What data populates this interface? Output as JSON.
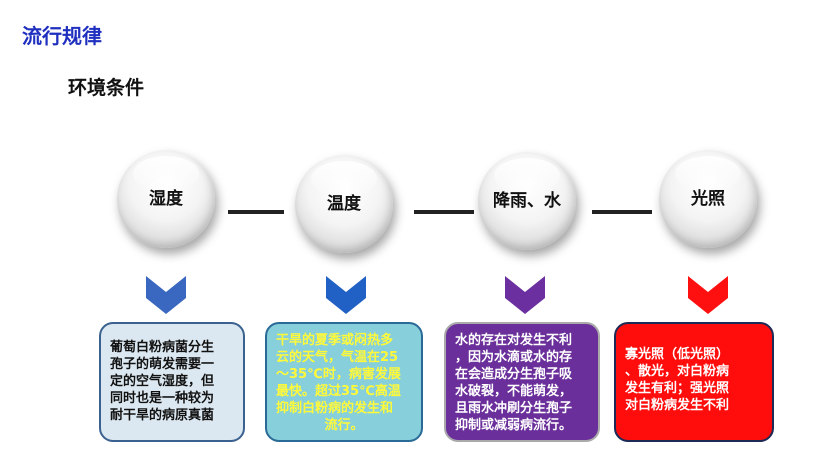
{
  "header": {
    "title": "流行规律"
  },
  "section": {
    "title": "环境条件"
  },
  "factors": [
    {
      "label": "湿度",
      "chevron_color": "#3a67c0",
      "lines": [
        "葡萄白粉病菌分生",
        "孢子的萌发需要一",
        "定的空气湿度，但",
        "同时也是一种较为",
        "耐干旱的病原真菌"
      ]
    },
    {
      "label": "温度",
      "chevron_color": "#2160c4",
      "lines": [
        "干旱的夏季或闷热多",
        "云的天气，气温在25",
        "～35℃时，病害发展",
        "最快。超过35℃高温",
        "抑制白粉病的发生和",
        "流行。"
      ]
    },
    {
      "label": "降雨、水",
      "chevron_color": "#6b2fa0",
      "lines": [
        "水的存在对发生不利",
        "，因为水滴或水的存",
        "在会造成分生孢子吸",
        "水破裂，不能萌发，",
        "且雨水冲刷分生孢子",
        "抑制或减弱病流行。"
      ]
    },
    {
      "label": "光照",
      "chevron_color": "#ff1010",
      "lines": [
        "寡光照（低光照）",
        "、散光，对白粉病",
        "发生有利；强光照",
        "对白粉病发生不利"
      ]
    }
  ]
}
